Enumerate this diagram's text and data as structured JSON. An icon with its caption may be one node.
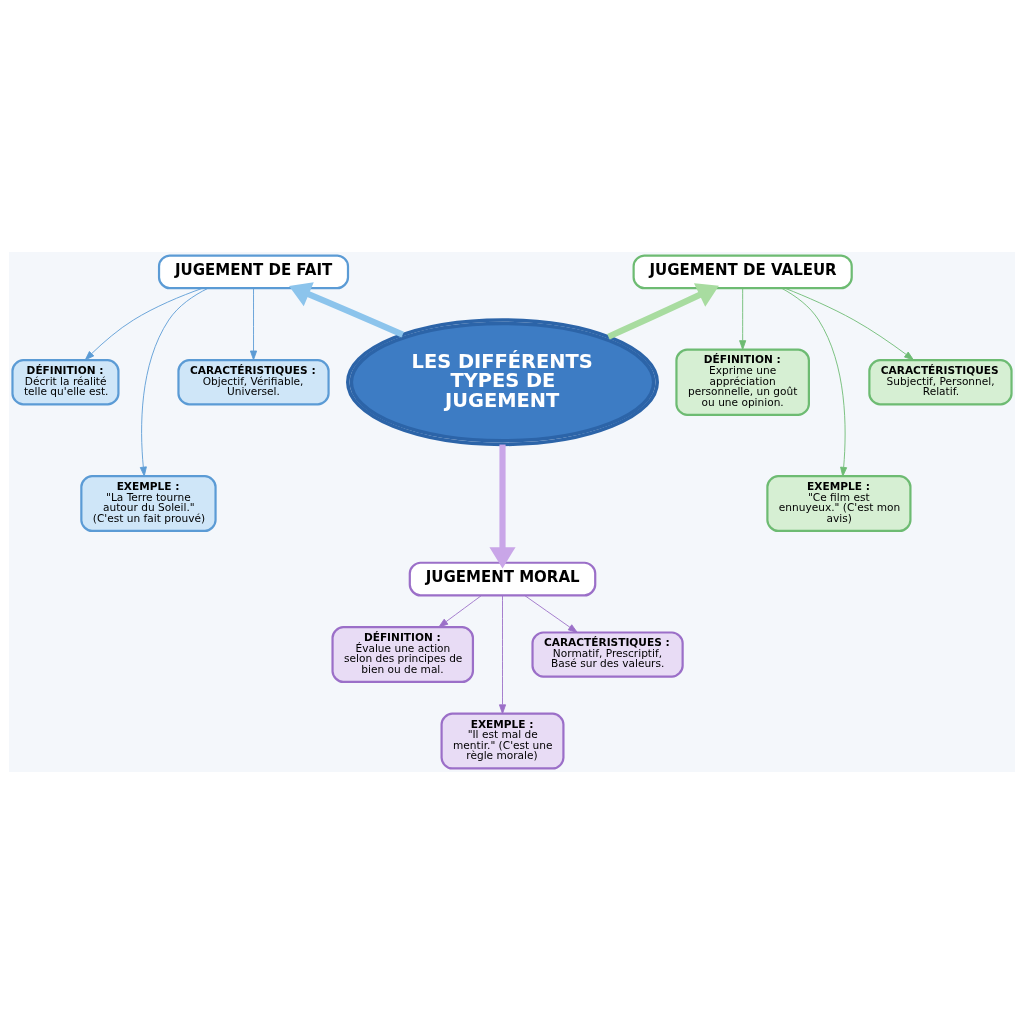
{
  "diagram": {
    "nodes": [
      {
        "text": [
          "LES DIFFÉRENTS TYPES DE JUGEMENT"
        ]
      },
      {
        "text": [
          "JUGEMENT DE FAIT"
        ]
      },
      {
        "text": [
          "DÉFINITION :",
          "Décrit la réalité telle qu'elle est."
        ]
      },
      {
        "text": [
          "CARACTÉRISTIQUES :",
          "Objectif, Vérifiable, Universel."
        ]
      },
      {
        "text": [
          "EXEMPLE :",
          "\"La Terre tourne autour du Soleil.\" (C'est un fait prouvé)"
        ]
      },
      {
        "text": [
          "JUGEMENT DE VALEUR"
        ]
      },
      {
        "text": [
          "DÉFINITION :",
          "Exprime une appréciation personnelle, un goût ou une opinion."
        ]
      },
      {
        "text": [
          "CARACTÉRISTIQUES",
          "Subjectif, Personnel, Relatif."
        ]
      },
      {
        "text": [
          "EXEMPLE :",
          "\"Ce film est ennuyeux.\" (C'est mon avis)"
        ]
      },
      {
        "text": [
          "JUGEMENT MORAL"
        ]
      },
      {
        "text": [
          "DÉFINITION :",
          "Évalue une action selon des principes de bien ou de mal."
        ]
      },
      {
        "text": [
          "CARACTÉRISTIQUES :",
          "Normatif, Prescriptif, Basé sur des valeurs."
        ]
      },
      {
        "text": [
          "EXEMPLE :",
          "\"Il est mal de mentir.\" (C'est une règle morale)"
        ]
      }
    ],
    "edges": [
      {
        "from": 0,
        "to": 1,
        "arrow": "to",
        "style": "thick",
        "color": "#8cc4ec"
      },
      {
        "from": 0,
        "to": 5,
        "arrow": "to",
        "style": "thick",
        "color": "#a8dca0"
      },
      {
        "from": 0,
        "to": 9,
        "arrow": "to",
        "style": "thick",
        "color": "#c9a6e8"
      },
      {
        "from": 1,
        "to": 2,
        "arrow": "to",
        "color": "#5b9bd5"
      },
      {
        "from": 1,
        "to": 4,
        "arrow": "to",
        "color": "#5b9bd5"
      },
      {
        "from": 1,
        "to": 3,
        "arrow": "to",
        "color": "#5b9bd5"
      },
      {
        "from": 5,
        "to": 6,
        "arrow": "to",
        "color": "#6dbb72"
      },
      {
        "from": 5,
        "to": 8,
        "arrow": "to",
        "color": "#6dbb72"
      },
      {
        "from": 5,
        "to": 7,
        "arrow": "to",
        "color": "#6dbb72"
      },
      {
        "from": 9,
        "to": 10,
        "arrow": "to",
        "color": "#9b6fc8"
      },
      {
        "from": 9,
        "to": 12,
        "arrow": "to",
        "color": "#9b6fc8"
      },
      {
        "from": 9,
        "to": 11,
        "arrow": "to",
        "color": "#9b6fc8"
      }
    ]
  }
}
